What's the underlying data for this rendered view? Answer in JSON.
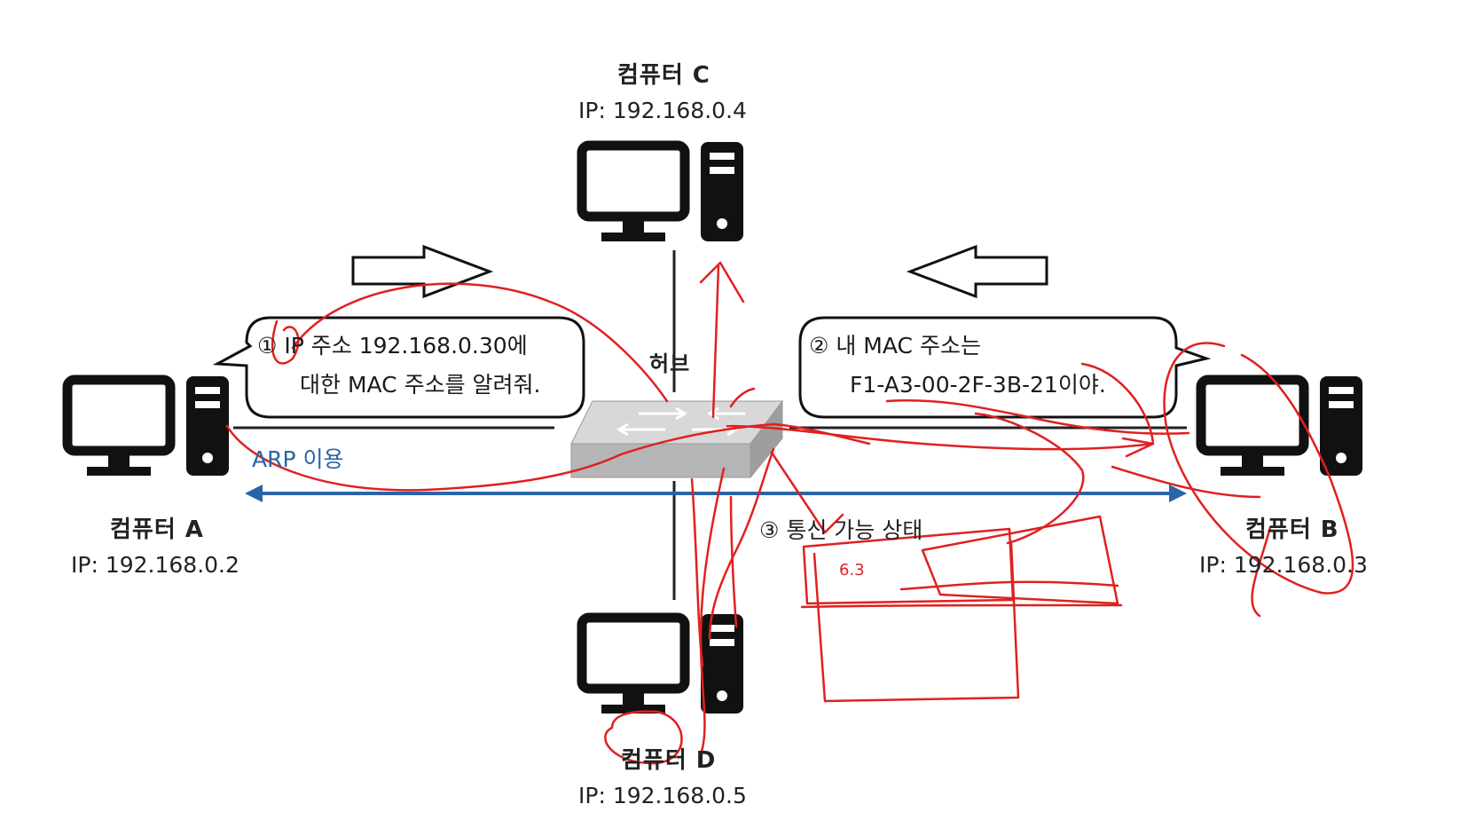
{
  "hub": {
    "label": "허브"
  },
  "computers": {
    "A": {
      "name": "컴퓨터 A",
      "ip": "IP: 192.168.0.2"
    },
    "B": {
      "name": "컴퓨터 B",
      "ip": "IP: 192.168.0.3"
    },
    "C": {
      "name": "컴퓨터 C",
      "ip": "IP: 192.168.0.4"
    },
    "D": {
      "name": "컴퓨터 D",
      "ip": "IP: 192.168.0.5"
    }
  },
  "bubbles": {
    "left": {
      "line1": "① IP 주소 192.168.0.30에",
      "line2": "대한 MAC 주소를 알려줘."
    },
    "right": {
      "line1": "② 내 MAC 주소는",
      "line2": "F1-A3-00-2F-3B-21이야."
    }
  },
  "arp_label": "ARP 이용",
  "status_label": "③ 통신 가능 상태",
  "annotation": "6.3",
  "colors": {
    "ink": "#111111",
    "arp_blue": "#2a64a8",
    "annotation_red": "#e02020",
    "hub_gray": "#b5b5b5"
  },
  "icons": [
    "computer-icon",
    "hub-icon",
    "right-arrow-icon",
    "left-arrow-icon",
    "double-arrow-icon"
  ]
}
